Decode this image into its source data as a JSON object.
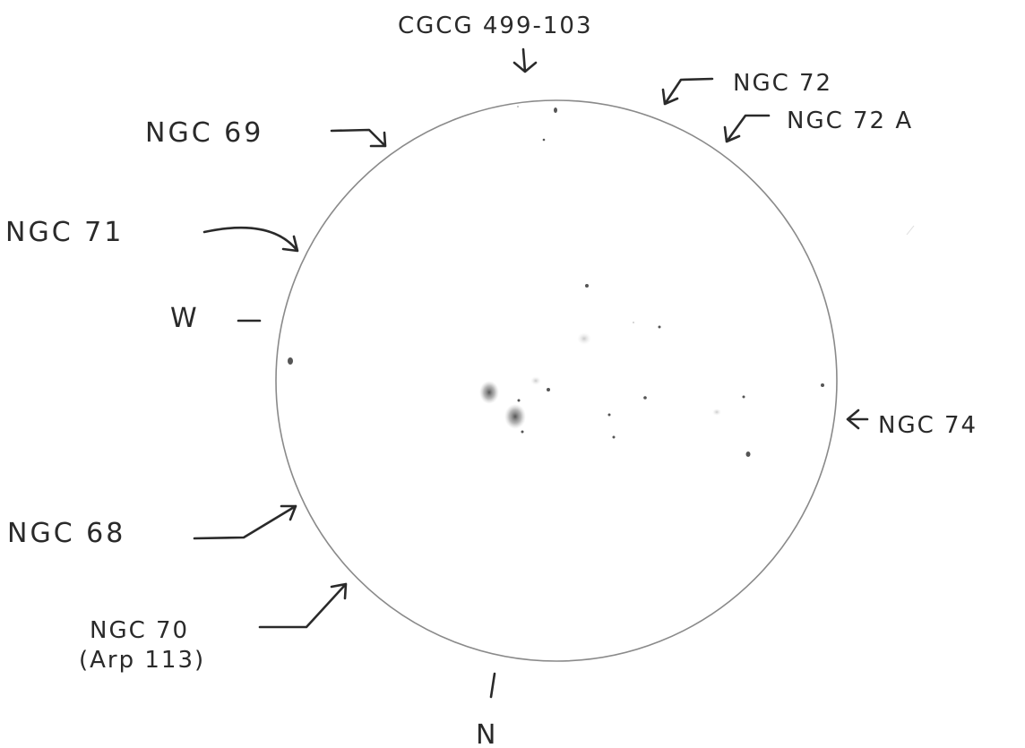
{
  "labels": {
    "top": "CGCG 499-103",
    "ngc72": "NGC 72",
    "ngc72a": "NGC 72 A",
    "ngc69": "NGC 69",
    "ngc71": "NGC 71",
    "west": "W",
    "ngc74": "NGC 74",
    "ngc68": "NGC 68",
    "ngc70_line1": "NGC 70",
    "ngc70_line2": "(Arp 113)",
    "north": "N"
  }
}
